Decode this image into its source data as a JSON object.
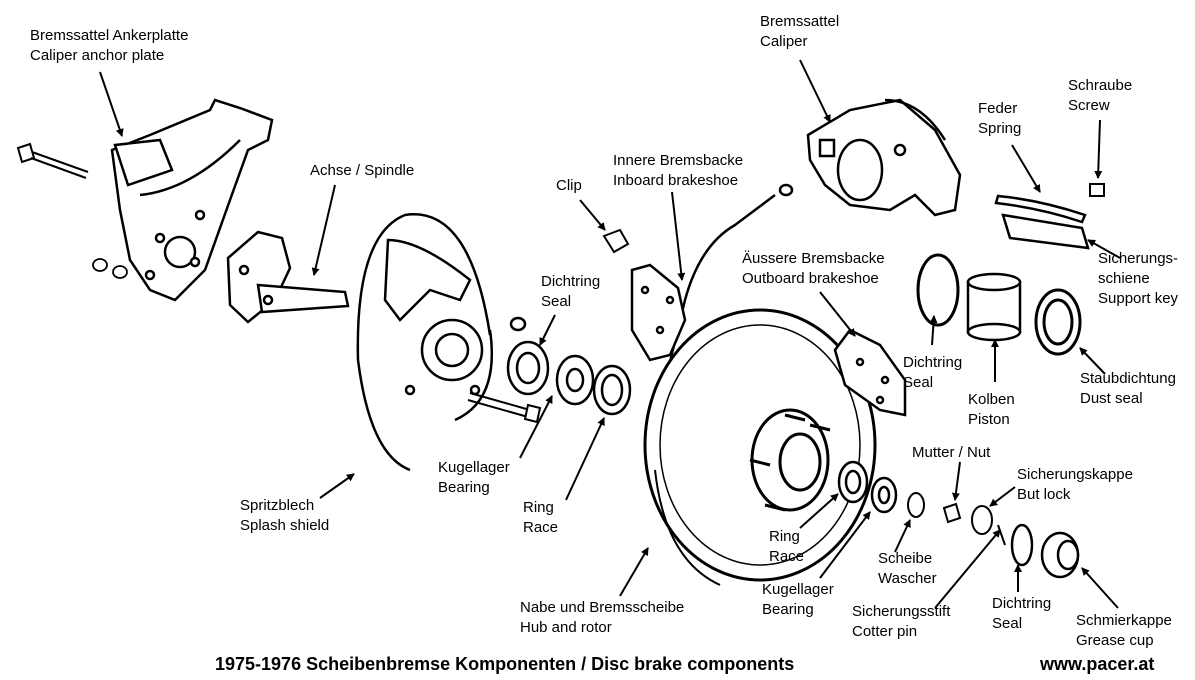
{
  "labels": {
    "anchor_plate": [
      "Bremssattel Ankerplatte",
      "Caliper anchor plate"
    ],
    "spindle": [
      "Achse / Spindle"
    ],
    "caliper": [
      "Bremssattel",
      "Caliper"
    ],
    "spring": [
      "Feder",
      "Spring"
    ],
    "screw": [
      "Schraube",
      "Screw"
    ],
    "inboard_shoe": [
      "Innere Bremsbacke",
      "Inboard brakeshoe"
    ],
    "clip": [
      "Clip"
    ],
    "outboard_shoe": [
      "Äussere Bremsbacke",
      "Outboard brakeshoe"
    ],
    "support_key": [
      "Sicherungs-",
      "schiene",
      "Support key"
    ],
    "seal_inner": [
      "Dichtring",
      "Seal"
    ],
    "seal_caliper": [
      "Dichtring",
      "Seal"
    ],
    "piston": [
      "Kolben",
      "Piston"
    ],
    "dust_seal": [
      "Staubdichtung",
      "Dust seal"
    ],
    "nut": [
      "Mutter / Nut"
    ],
    "nut_lock": [
      "Sicherungskappe",
      "But lock"
    ],
    "bearing_inner": [
      "Kugellager",
      "Bearing"
    ],
    "splash_shield": [
      "Spritzblech",
      "Splash shield"
    ],
    "race_inner": [
      "Ring",
      "Race"
    ],
    "race_outer": [
      "Ring",
      "Race"
    ],
    "washer": [
      "Scheibe",
      "Wascher"
    ],
    "bearing_outer": [
      "Kugellager",
      "Bearing"
    ],
    "cotter_pin": [
      "Sicherungsstift",
      "Cotter pin"
    ],
    "seal_cap": [
      "Dichtring",
      "Seal"
    ],
    "grease_cup": [
      "Schmierkappe",
      "Grease cup"
    ],
    "hub_rotor": [
      "Nabe und Bremsscheibe",
      "Hub and rotor"
    ]
  },
  "footer": {
    "title": "1975-1976 Scheibenbremse Komponenten / Disc brake components",
    "website": "www.pacer.at"
  }
}
